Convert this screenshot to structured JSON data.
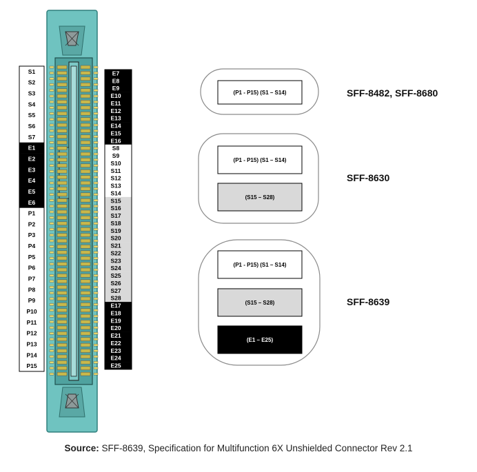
{
  "connector": {
    "left_labels": [
      {
        "text": "S1",
        "style": "white"
      },
      {
        "text": "S2",
        "style": "white"
      },
      {
        "text": "S3",
        "style": "white"
      },
      {
        "text": "S4",
        "style": "white"
      },
      {
        "text": "S5",
        "style": "white"
      },
      {
        "text": "S6",
        "style": "white"
      },
      {
        "text": "S7",
        "style": "white"
      },
      {
        "text": "E1",
        "style": "black"
      },
      {
        "text": "E2",
        "style": "black"
      },
      {
        "text": "E3",
        "style": "black"
      },
      {
        "text": "E4",
        "style": "black"
      },
      {
        "text": "E5",
        "style": "black"
      },
      {
        "text": "E6",
        "style": "black"
      },
      {
        "text": "P1",
        "style": "white"
      },
      {
        "text": "P2",
        "style": "white"
      },
      {
        "text": "P3",
        "style": "white"
      },
      {
        "text": "P4",
        "style": "white"
      },
      {
        "text": "P5",
        "style": "white"
      },
      {
        "text": "P6",
        "style": "white"
      },
      {
        "text": "P7",
        "style": "white"
      },
      {
        "text": "P8",
        "style": "white"
      },
      {
        "text": "P9",
        "style": "white"
      },
      {
        "text": "P10",
        "style": "white"
      },
      {
        "text": "P11",
        "style": "white"
      },
      {
        "text": "P12",
        "style": "white"
      },
      {
        "text": "P13",
        "style": "white"
      },
      {
        "text": "P14",
        "style": "white"
      },
      {
        "text": "P15",
        "style": "white"
      }
    ],
    "right_labels": [
      {
        "text": "E7",
        "style": "black"
      },
      {
        "text": "E8",
        "style": "black"
      },
      {
        "text": "E9",
        "style": "black"
      },
      {
        "text": "E10",
        "style": "black"
      },
      {
        "text": "E11",
        "style": "black"
      },
      {
        "text": "E12",
        "style": "black"
      },
      {
        "text": "E13",
        "style": "black"
      },
      {
        "text": "E14",
        "style": "black"
      },
      {
        "text": "E15",
        "style": "black"
      },
      {
        "text": "E16",
        "style": "black"
      },
      {
        "text": "S8",
        "style": "white"
      },
      {
        "text": "S9",
        "style": "white"
      },
      {
        "text": "S10",
        "style": "white"
      },
      {
        "text": "S11",
        "style": "white"
      },
      {
        "text": "S12",
        "style": "white"
      },
      {
        "text": "S13",
        "style": "white"
      },
      {
        "text": "S14",
        "style": "white"
      },
      {
        "text": "S15",
        "style": "gray"
      },
      {
        "text": "S16",
        "style": "gray"
      },
      {
        "text": "S17",
        "style": "gray"
      },
      {
        "text": "S18",
        "style": "gray"
      },
      {
        "text": "S19",
        "style": "gray"
      },
      {
        "text": "S20",
        "style": "gray"
      },
      {
        "text": "S21",
        "style": "gray"
      },
      {
        "text": "S22",
        "style": "gray"
      },
      {
        "text": "S23",
        "style": "gray"
      },
      {
        "text": "S24",
        "style": "gray"
      },
      {
        "text": "S25",
        "style": "gray"
      },
      {
        "text": "S26",
        "style": "gray"
      },
      {
        "text": "S27",
        "style": "gray"
      },
      {
        "text": "S28",
        "style": "gray"
      },
      {
        "text": "E17",
        "style": "black"
      },
      {
        "text": "E18",
        "style": "black"
      },
      {
        "text": "E19",
        "style": "black"
      },
      {
        "text": "E20",
        "style": "black"
      },
      {
        "text": "E21",
        "style": "black"
      },
      {
        "text": "E22",
        "style": "black"
      },
      {
        "text": "E23",
        "style": "black"
      },
      {
        "text": "E24",
        "style": "black"
      },
      {
        "text": "E25",
        "style": "black"
      }
    ]
  },
  "connectors": [
    {
      "title": "SFF-8482, SFF-8680",
      "boxes": [
        {
          "text": "(P1 - P15)    (S1 – S14)",
          "style": "white"
        }
      ]
    },
    {
      "title": "SFF-8630",
      "boxes": [
        {
          "text": "(P1 - P15)    (S1 – S14)",
          "style": "white"
        },
        {
          "text": "(S15 – S28)",
          "style": "gray"
        }
      ]
    },
    {
      "title": "SFF-8639",
      "boxes": [
        {
          "text": "(P1 - P15)    (S1 – S14)",
          "style": "white"
        },
        {
          "text": "(S15 – S28)",
          "style": "gray"
        },
        {
          "text": "(E1 – E25)",
          "style": "black"
        }
      ]
    }
  ],
  "source": {
    "label": "Source:",
    "text": " SFF-8639, Specification for Multifunction 6X Unshielded Connector Rev 2.1"
  },
  "colors": {
    "teal_body": "#6fc3c0",
    "teal_edge": "#2f7f7c",
    "gray_fill": "#d9d9d9",
    "black_fill": "#000000",
    "contact_gold": "#c8b84a"
  }
}
